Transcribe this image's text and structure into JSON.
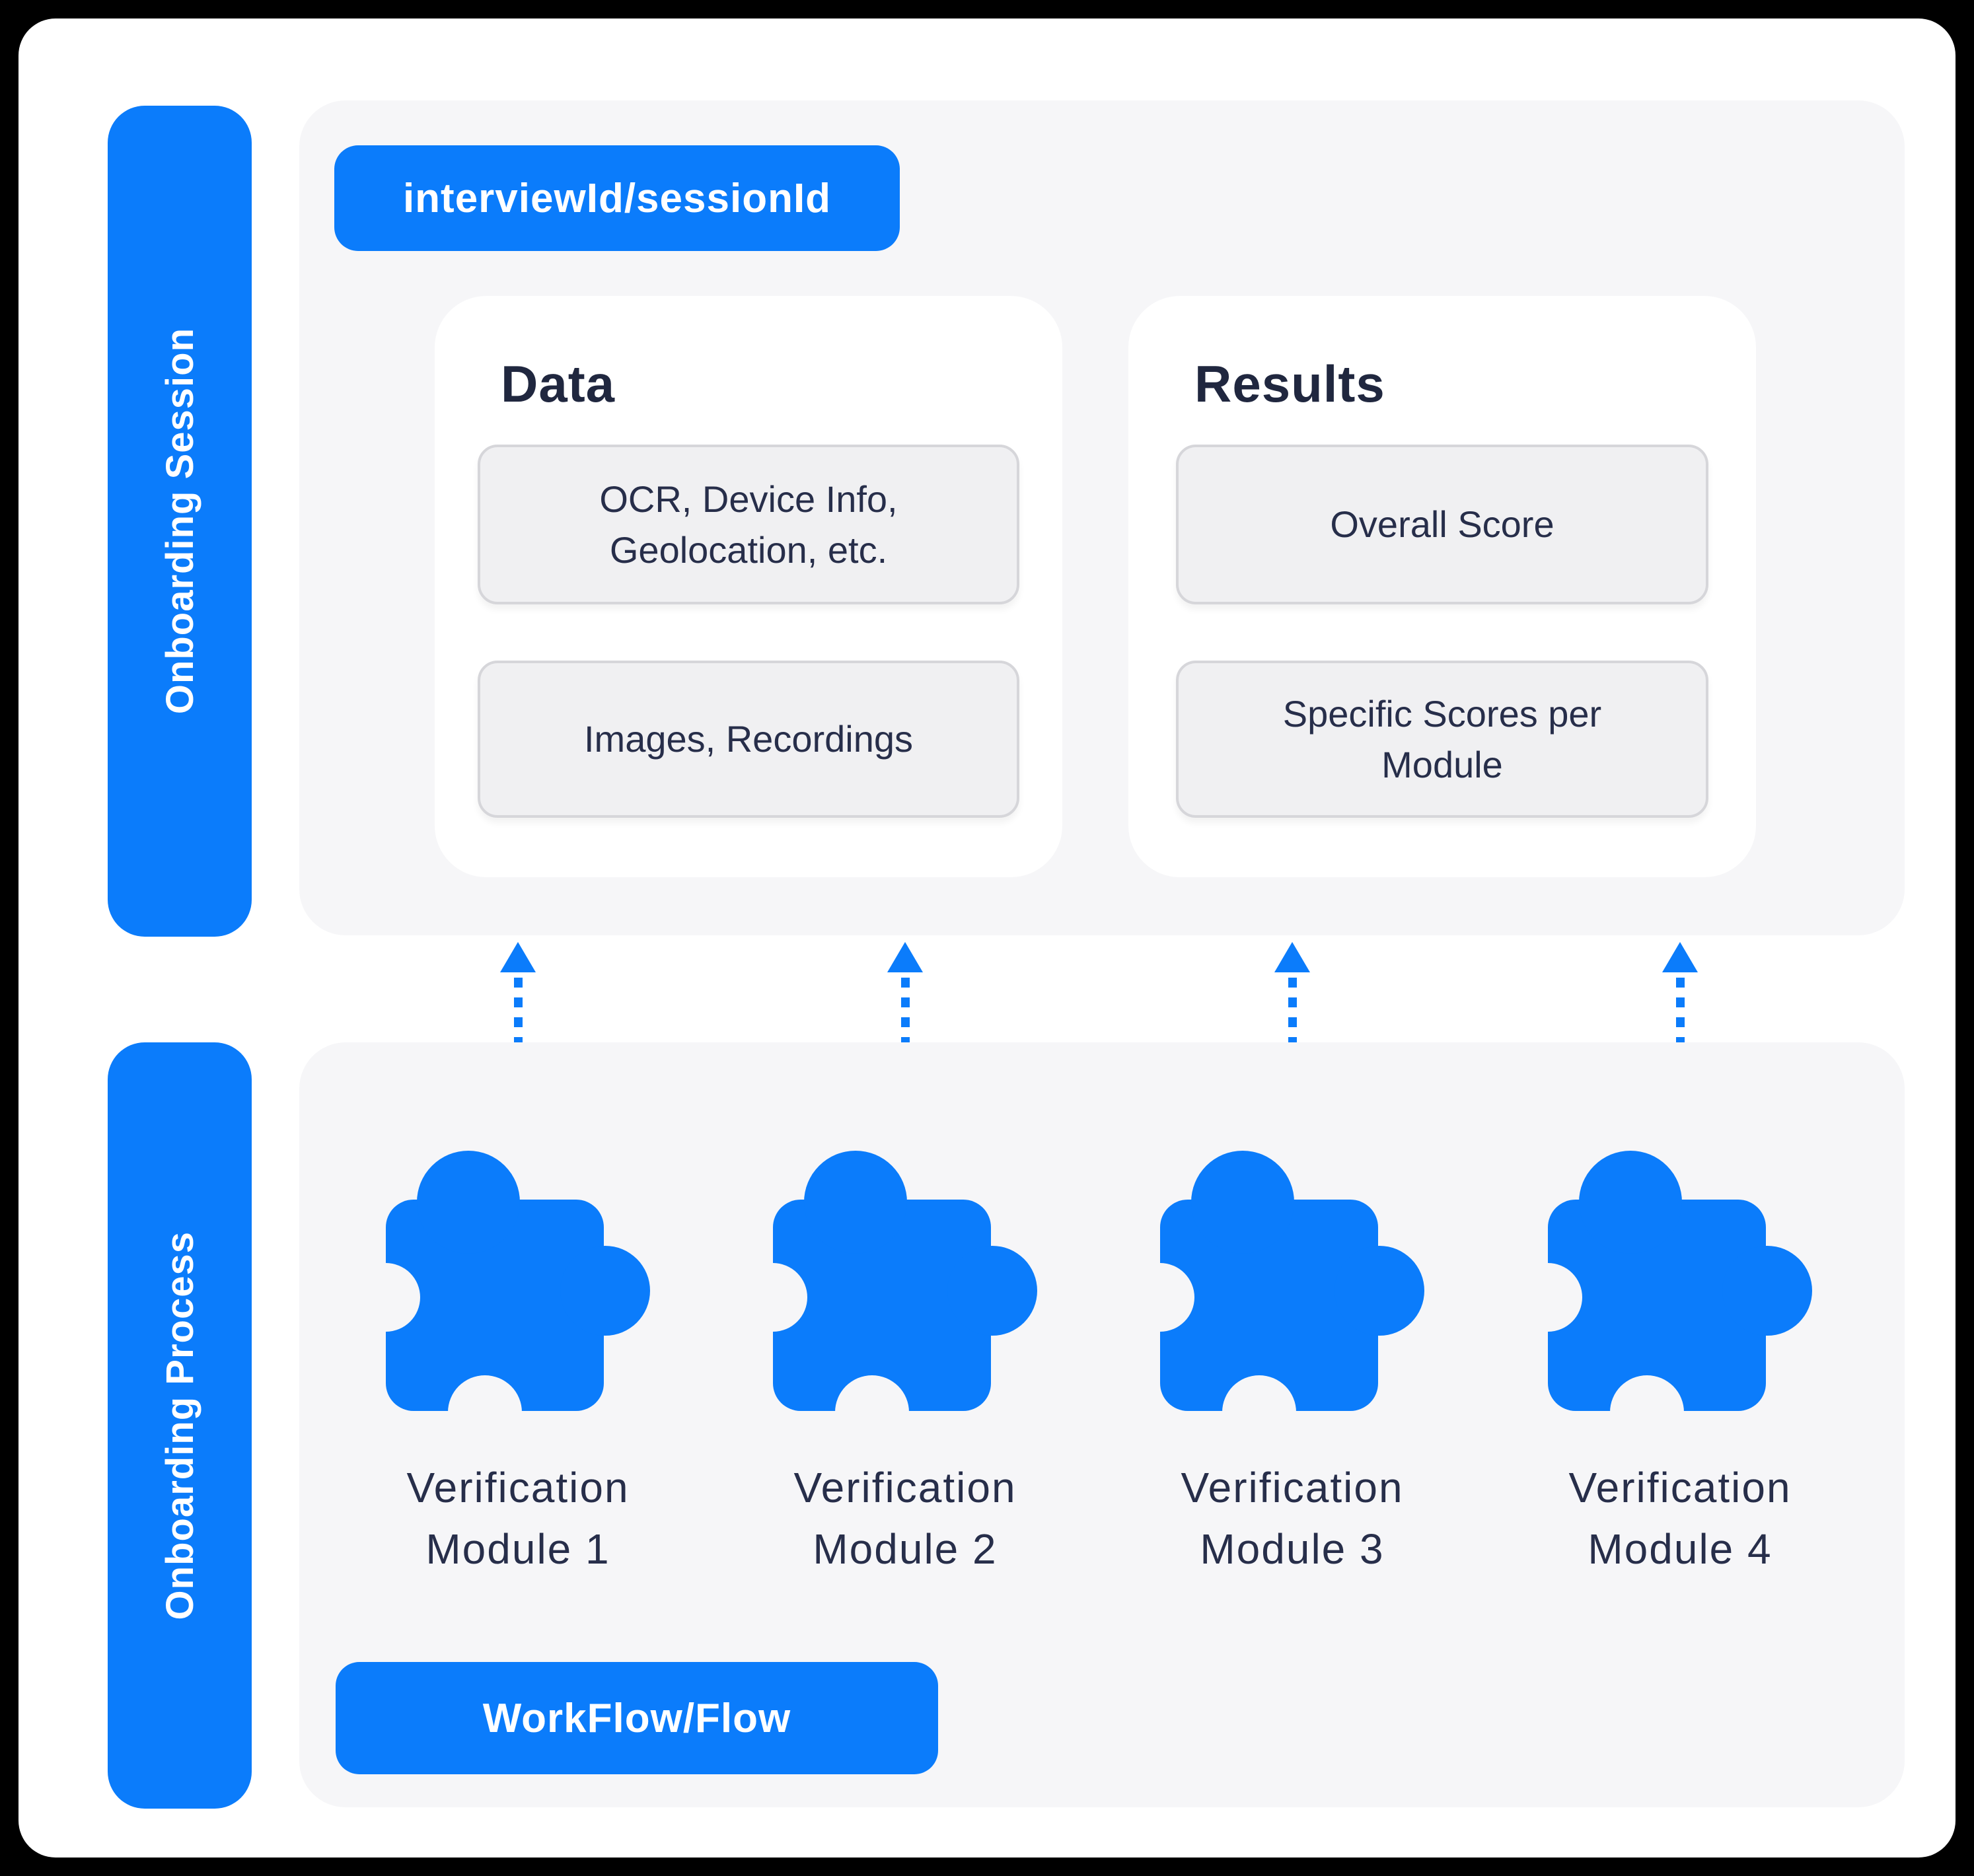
{
  "colors": {
    "accent_blue": "#0B7CFB",
    "page_background": "#000000",
    "surface_white": "#FFFFFF",
    "panel_gray": "#F6F6F8",
    "box_gray": "#F0F0F2",
    "box_border_gray": "#D6D6DA",
    "text_navy": "#272E4A"
  },
  "session_section": {
    "side_label": "Onboarding Session",
    "badge": "interviewId/sessionId",
    "data_card": {
      "title": "Data",
      "items": [
        "OCR, Device Info, Geolocation, etc.",
        "Images, Recordings"
      ]
    },
    "results_card": {
      "title": "Results",
      "items": [
        "Overall Score",
        "Specific Scores per Module"
      ]
    }
  },
  "process_section": {
    "side_label": "Onboarding Process",
    "badge": "WorkFlow/Flow",
    "modules": [
      {
        "label": "Verification\nModule 1"
      },
      {
        "label": "Verification\nModule 2"
      },
      {
        "label": "Verification\nModule 3"
      },
      {
        "label": "Verification\nModule 4"
      }
    ]
  }
}
